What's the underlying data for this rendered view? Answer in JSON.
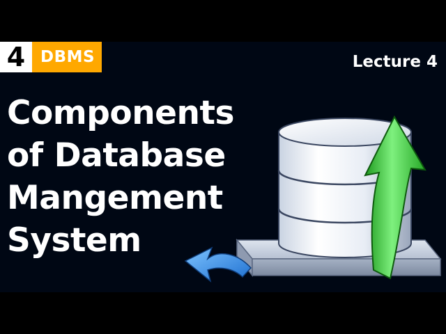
{
  "badge": {
    "number": "4",
    "label": "DBMS",
    "number_bg": "#ffffff",
    "label_bg": "#ffa800"
  },
  "lecture_label": "Lecture 4",
  "title": {
    "line1": "Components",
    "line2": "of Database",
    "line3": "Mangement",
    "line4": "System"
  },
  "colors": {
    "background": "#000714",
    "text": "#ffffff",
    "green_arrow": "#3fcf3f",
    "blue_arrow": "#2a8ee8"
  },
  "icons": {
    "database": "database-cylinder-icon",
    "up_arrow": "green-up-arrow-icon",
    "back_arrow": "blue-curved-arrow-icon",
    "platform": "platform-icon"
  }
}
